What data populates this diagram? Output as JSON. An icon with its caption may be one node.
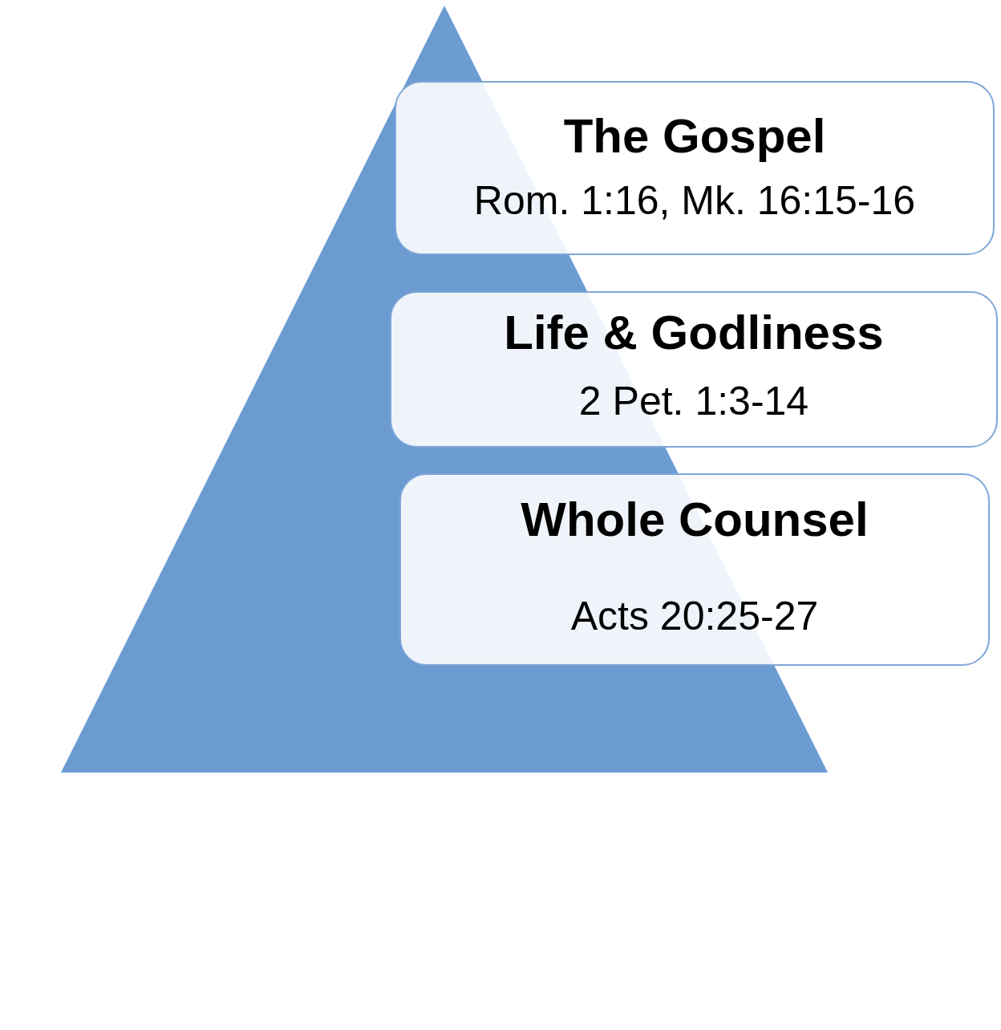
{
  "diagram": {
    "nodes": [
      {
        "text": [],
        "shape": "triangle"
      },
      {
        "text": [
          "The Gospel",
          "Rom. 1:16, Mk. 16:15-16"
        ]
      },
      {
        "text": [
          "Life & Godliness",
          "2 Pet. 1:3-14"
        ]
      },
      {
        "text": [
          "Whole Counsel",
          "Acts 20:25-27"
        ]
      }
    ]
  }
}
